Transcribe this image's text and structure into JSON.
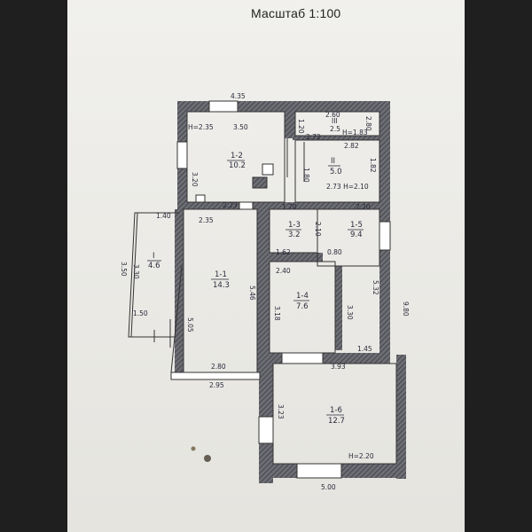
{
  "header": {
    "title": "Масштаб 1:100"
  },
  "dimensions": {
    "top": "4.35",
    "bottom": "5.00",
    "right_total": "9.80",
    "r12_top": "3.50",
    "r12_height": "H=2.35",
    "r12_left": "3.20",
    "r3_width": "2.60",
    "r3_ceiling": "H=1.83",
    "r3_side": "2.80",
    "r3_small": "1.20",
    "r3_bottom_a": "2.72",
    "r3_bottom_b": "2.82",
    "r2_side": "1.82",
    "r2_height": "2.73  H=2.10",
    "r2_left": "1.80",
    "r13_top": "1.70",
    "r13_side": "2.10",
    "r13_bottom": "1.62",
    "r13_corner": "0.80",
    "r15_top": "2.20",
    "r15_right": "5.32",
    "r11_top": "2.23",
    "r11_top2": "2.35",
    "r11_right": "5.46",
    "r11_left": "5.05",
    "r11_bottom": "2.80",
    "r11_outer": "2.95",
    "rI_top": "1.40",
    "rI_outer": "3.50",
    "rI_inner": "3.30",
    "rI_bottom": "1.50",
    "r14_top": "2.40",
    "r14_left": "3.18",
    "r14_right": "3.30",
    "r14_bottom": "3.93",
    "r14_corner": "1.45",
    "r16_left": "3.23",
    "r16_height": "H=2.20"
  },
  "rooms": [
    {
      "id": "1-2",
      "area": "10.2"
    },
    {
      "id": "III",
      "area": "2.5"
    },
    {
      "id": "II",
      "area": "5.0"
    },
    {
      "id": "1-3",
      "area": "3.2"
    },
    {
      "id": "1-5",
      "area": "9.4"
    },
    {
      "id": "I",
      "area": "4.6"
    },
    {
      "id": "1-1",
      "area": "14.3"
    },
    {
      "id": "1-4",
      "area": "7.6"
    },
    {
      "id": "1-6",
      "area": "12.7"
    }
  ]
}
